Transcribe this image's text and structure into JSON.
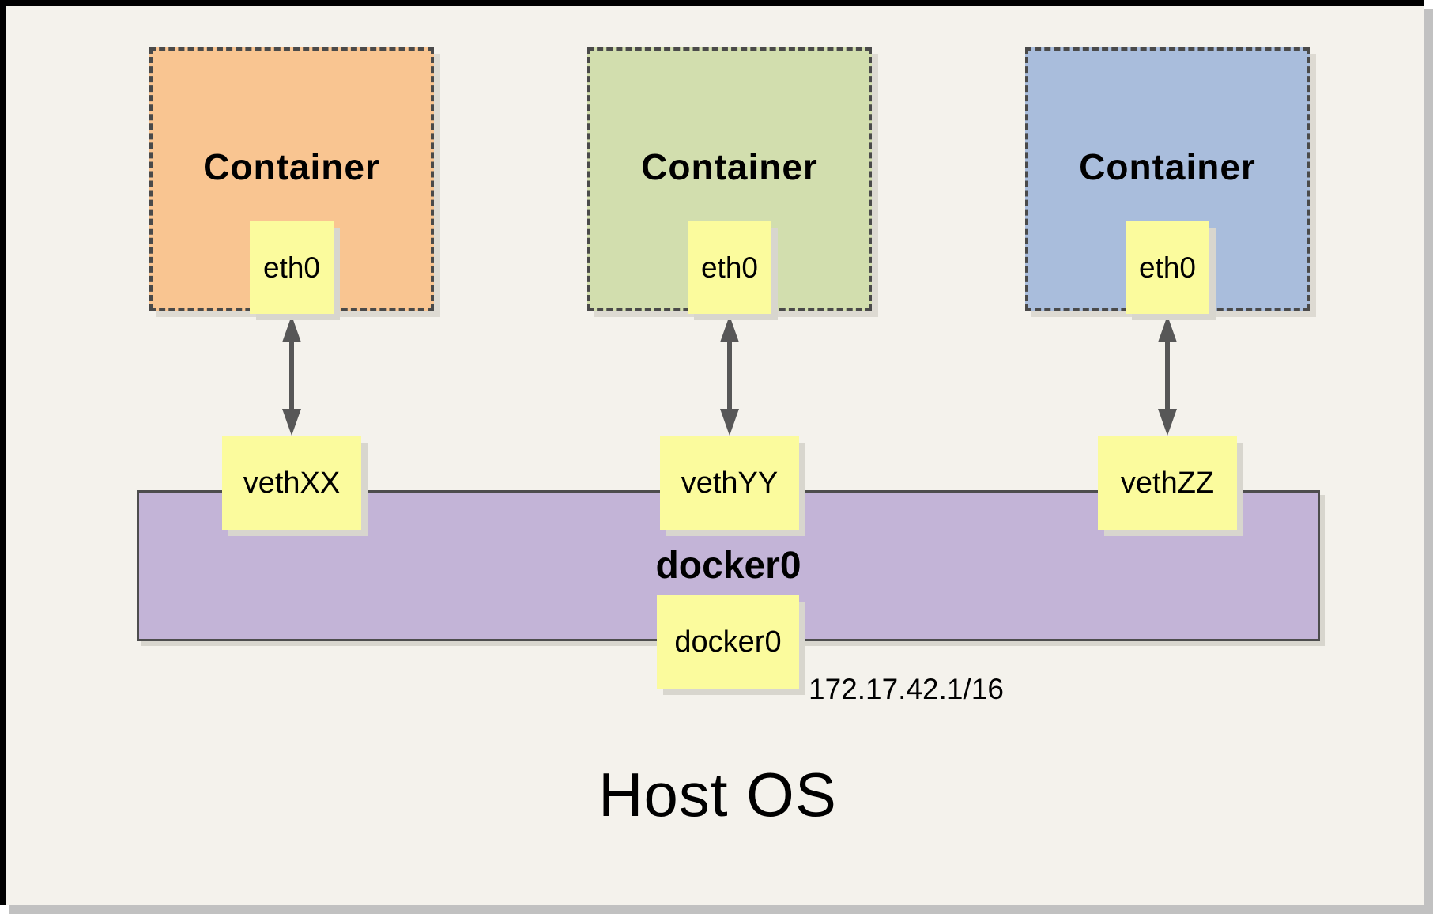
{
  "frame": {
    "background": "#F4F2EC",
    "border_color": "#000000",
    "shadow_color": "#C1C1C1"
  },
  "containers": [
    {
      "label": "Container",
      "interface_label": "eth0",
      "fill": "#F9C591",
      "veth_label": "vethXX"
    },
    {
      "label": "Container",
      "interface_label": "eth0",
      "fill": "#D2DEAE",
      "veth_label": "vethYY"
    },
    {
      "label": "Container",
      "interface_label": "eth0",
      "fill": "#A9BDDC",
      "veth_label": "vethZZ"
    }
  ],
  "bridge": {
    "name": "docker0",
    "interface_label": "docker0",
    "ip": "172.17.42.1/16",
    "fill": "#C3B4D7"
  },
  "host": {
    "label": "Host OS"
  },
  "accents": {
    "note_fill": "#FBFB9D",
    "arrow_color": "#575757",
    "dashed_border_color": "#4A4A4A"
  }
}
